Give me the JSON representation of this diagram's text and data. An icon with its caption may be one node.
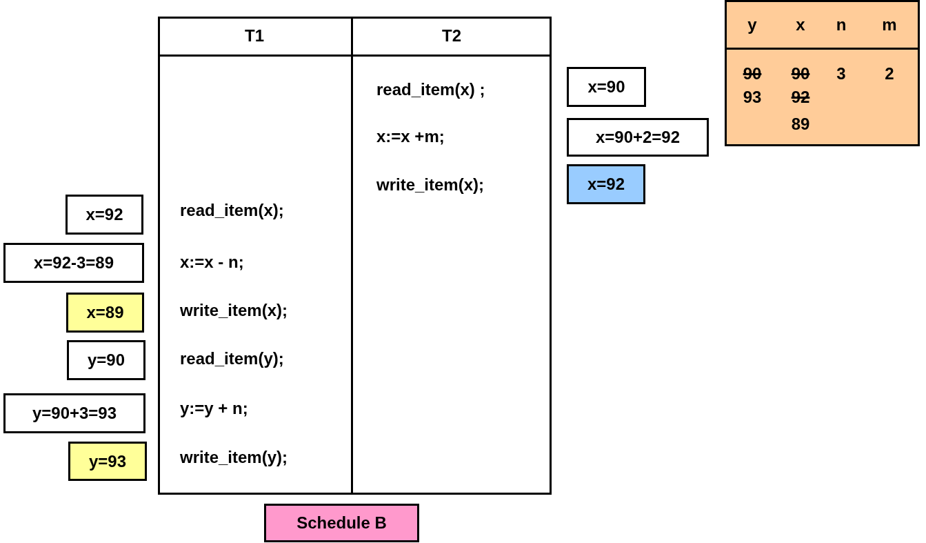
{
  "diagram": {
    "nodes": [
      {
        "text": [
          "x=90"
        ]
      },
      {
        "text": [
          "x=90+2=92"
        ]
      },
      {
        "text": [
          "x=92"
        ]
      },
      {
        "text": [
          "x=92"
        ]
      },
      {
        "text": [
          "x=92-3=89"
        ]
      },
      {
        "text": [
          "x=89"
        ]
      },
      {
        "text": [
          "y=90"
        ]
      },
      {
        "text": [
          "y=90+3=93"
        ]
      },
      {
        "text": [
          "y=93"
        ]
      },
      {
        "text": [
          "Schedule B"
        ]
      }
    ],
    "labels": [
      "T1",
      "T2",
      "read_item(x) ;",
      "x:=x +m;",
      "write_item(x);",
      "read_item(x);",
      "x:=x - n;",
      "write_item(x);",
      "read_item(y);",
      "y:=y + n;",
      "write_item(y);",
      "y",
      "x",
      "n",
      "m",
      "90",
      "90",
      "3",
      "2",
      "93",
      "92",
      "89"
    ]
  }
}
